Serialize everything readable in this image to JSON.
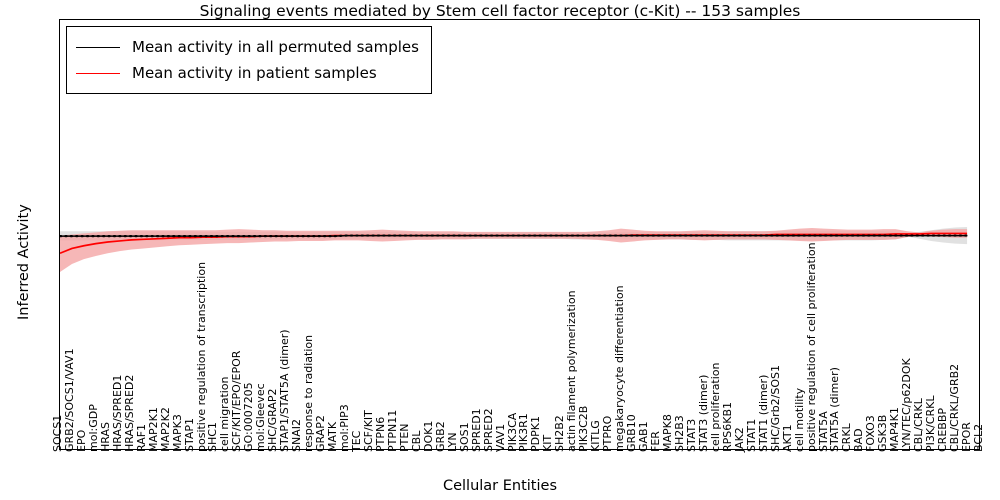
{
  "chart_data": {
    "type": "line",
    "title": "Signaling events mediated by Stem cell factor receptor (c-Kit) -- 153 samples",
    "xlabel": "Cellular Entities",
    "ylabel": "Inferred Activity",
    "ylim": [
      -4,
      4
    ],
    "yticks": [
      -4,
      -3,
      -2,
      -1,
      0,
      1,
      2,
      3,
      4
    ],
    "grid": false,
    "legend_position": "upper-left",
    "legend": [
      {
        "name": "Mean activity in all permuted samples",
        "color": "#000000"
      },
      {
        "name": "Mean activity in patient samples",
        "color": "#ff0000"
      }
    ],
    "band_colors": {
      "permuted": "#d9d9d9",
      "patient": "#f4a3a3"
    },
    "categories": [
      "SOCS1",
      "GRB2/SOCS1/VAV1",
      "EPO",
      "mol:GDP",
      "HRAS",
      "HRAS/SPRED1",
      "HRAS/SPRED2",
      "RAF1",
      "MAP2K1",
      "MAP2K2",
      "MAPK3",
      "STAP1",
      "positive regulation of transcription",
      "SHC1",
      "cell migration",
      "SCF/KIT/EPO/EPOR",
      "GO:0007205",
      "mol:Gleevec",
      "SHC/GRAP2",
      "STAP1/STAT5A (dimer)",
      "SNAI2",
      "response to radiation",
      "GRAP2",
      "MATK",
      "mol:PIP3",
      "TEC",
      "SCF/KIT",
      "PTPN6",
      "PTPN11",
      "PTEN",
      "CBL",
      "DOK1",
      "GRB2",
      "LYN",
      "SOS1",
      "SPRED1",
      "SPRED2",
      "VAV1",
      "PIK3CA",
      "PIK3R1",
      "PDPK1",
      "KIT",
      "SH2B2",
      "actin filament polymerization",
      "PIK3C2B",
      "KITLG",
      "PTPRO",
      "megakaryocyte differentiation",
      "GRB10",
      "GAB1",
      "FER",
      "MAPK8",
      "SH2B3",
      "STAT3",
      "STAT3 (dimer)",
      "cell proliferation",
      "RPS6KB1",
      "JAK2",
      "STAT1",
      "STAT1 (dimer)",
      "SHC/Grb2/SOS1",
      "AKT1",
      "cell motility",
      "positive regulation of cell proliferation",
      "STAT5A",
      "STAT5A (dimer)",
      "CRKL",
      "BAD",
      "FOXO3",
      "GSK3B",
      "MAP4K1",
      "LYN/TEC/p62DOK",
      "CBL/CRKL",
      "PI3K/CRKL",
      "CREBBP",
      "CBL/CRKL/GRB2",
      "EPOR",
      "BCL2"
    ],
    "series": [
      {
        "name": "Mean activity in all permuted samples",
        "color": "#000000",
        "values": [
          -0.03,
          -0.03,
          -0.03,
          -0.03,
          -0.03,
          -0.03,
          -0.03,
          -0.03,
          -0.03,
          -0.03,
          -0.03,
          -0.03,
          -0.03,
          -0.03,
          -0.03,
          -0.03,
          -0.03,
          -0.03,
          -0.03,
          -0.03,
          -0.03,
          -0.03,
          -0.03,
          -0.03,
          -0.02,
          -0.02,
          -0.02,
          -0.02,
          -0.02,
          -0.02,
          -0.02,
          -0.02,
          -0.02,
          -0.02,
          -0.02,
          -0.02,
          -0.02,
          -0.02,
          -0.02,
          -0.02,
          -0.02,
          -0.02,
          -0.02,
          -0.02,
          -0.02,
          -0.02,
          -0.02,
          -0.02,
          -0.02,
          -0.02,
          -0.02,
          -0.02,
          -0.02,
          -0.02,
          -0.02,
          -0.02,
          -0.02,
          -0.02,
          -0.02,
          -0.02,
          -0.02,
          -0.02,
          -0.02,
          -0.02,
          -0.02,
          -0.02,
          -0.02,
          -0.02,
          -0.02,
          -0.02,
          -0.02,
          -0.02,
          -0.02,
          -0.02,
          -0.02,
          -0.02,
          -0.02
        ],
        "band_upper": [
          0.06,
          0.06,
          0.06,
          0.06,
          0.06,
          0.06,
          0.06,
          0.06,
          0.06,
          0.06,
          0.06,
          0.06,
          0.05,
          0.05,
          0.05,
          0.05,
          0.05,
          0.05,
          0.05,
          0.05,
          0.05,
          0.05,
          0.05,
          0.05,
          0.05,
          0.05,
          0.05,
          0.05,
          0.05,
          0.05,
          0.04,
          0.04,
          0.04,
          0.04,
          0.04,
          0.04,
          0.04,
          0.04,
          0.04,
          0.04,
          0.04,
          0.04,
          0.04,
          0.04,
          0.04,
          0.04,
          0.04,
          0.04,
          0.04,
          0.04,
          0.05,
          0.05,
          0.05,
          0.05,
          0.05,
          0.05,
          0.06,
          0.06,
          0.06,
          0.06,
          0.06,
          0.06,
          0.06,
          0.06,
          0.06,
          0.06,
          0.06,
          0.06,
          0.06,
          0.06,
          0.05,
          0.03,
          0.05,
          0.08,
          0.11,
          0.13,
          0.14
        ],
        "band_lower": [
          -0.11,
          -0.11,
          -0.11,
          -0.11,
          -0.11,
          -0.11,
          -0.11,
          -0.11,
          -0.11,
          -0.1,
          -0.1,
          -0.1,
          -0.1,
          -0.1,
          -0.1,
          -0.1,
          -0.1,
          -0.09,
          -0.09,
          -0.09,
          -0.09,
          -0.09,
          -0.09,
          -0.09,
          -0.08,
          -0.08,
          -0.08,
          -0.08,
          -0.08,
          -0.08,
          -0.08,
          -0.08,
          -0.08,
          -0.08,
          -0.08,
          -0.08,
          -0.08,
          -0.08,
          -0.08,
          -0.08,
          -0.08,
          -0.08,
          -0.08,
          -0.09,
          -0.09,
          -0.09,
          -0.09,
          -0.09,
          -0.09,
          -0.09,
          -0.09,
          -0.09,
          -0.09,
          -0.1,
          -0.1,
          -0.1,
          -0.11,
          -0.11,
          -0.11,
          -0.11,
          -0.11,
          -0.11,
          -0.11,
          -0.11,
          -0.11,
          -0.11,
          -0.11,
          -0.11,
          -0.11,
          -0.1,
          -0.09,
          -0.04,
          -0.08,
          -0.12,
          -0.15,
          -0.17,
          -0.18
        ]
      },
      {
        "name": "Mean activity in patient samples",
        "color": "#ff0000",
        "values": [
          -0.35,
          -0.26,
          -0.21,
          -0.17,
          -0.14,
          -0.12,
          -0.1,
          -0.09,
          -0.08,
          -0.07,
          -0.06,
          -0.06,
          -0.05,
          -0.05,
          -0.04,
          -0.04,
          -0.04,
          -0.03,
          -0.03,
          -0.03,
          -0.03,
          -0.03,
          -0.03,
          -0.02,
          -0.02,
          -0.02,
          -0.02,
          -0.02,
          -0.02,
          -0.02,
          -0.02,
          -0.02,
          -0.02,
          -0.02,
          -0.02,
          -0.02,
          -0.02,
          -0.02,
          -0.02,
          -0.02,
          -0.02,
          -0.02,
          -0.02,
          -0.02,
          -0.02,
          -0.02,
          -0.02,
          -0.02,
          -0.01,
          -0.01,
          -0.01,
          -0.01,
          -0.01,
          -0.01,
          -0.01,
          -0.01,
          -0.01,
          -0.01,
          -0.01,
          -0.01,
          0.0,
          0.0,
          0.0,
          0.0,
          0.0,
          0.0,
          0.0,
          0.0,
          0.0,
          0.0,
          0.01,
          0.01,
          0.01,
          0.02,
          0.02,
          0.02,
          0.02
        ],
        "band_upper": [
          -0.02,
          0.0,
          0.02,
          0.04,
          0.06,
          0.07,
          0.08,
          0.08,
          0.08,
          0.08,
          0.08,
          0.08,
          0.08,
          0.08,
          0.09,
          0.1,
          0.09,
          0.08,
          0.08,
          0.07,
          0.07,
          0.07,
          0.07,
          0.07,
          0.07,
          0.07,
          0.08,
          0.09,
          0.08,
          0.07,
          0.06,
          0.06,
          0.06,
          0.06,
          0.05,
          0.05,
          0.05,
          0.05,
          0.05,
          0.05,
          0.05,
          0.05,
          0.05,
          0.05,
          0.05,
          0.06,
          0.08,
          0.11,
          0.09,
          0.07,
          0.06,
          0.06,
          0.06,
          0.07,
          0.08,
          0.07,
          0.06,
          0.06,
          0.06,
          0.06,
          0.07,
          0.09,
          0.11,
          0.12,
          0.11,
          0.1,
          0.09,
          0.09,
          0.09,
          0.1,
          0.1,
          0.06,
          0.04,
          0.07,
          0.09,
          0.1,
          0.1
        ],
        "band_lower": [
          -0.7,
          -0.55,
          -0.46,
          -0.4,
          -0.35,
          -0.31,
          -0.28,
          -0.26,
          -0.24,
          -0.22,
          -0.2,
          -0.19,
          -0.18,
          -0.17,
          -0.16,
          -0.16,
          -0.15,
          -0.14,
          -0.13,
          -0.13,
          -0.12,
          -0.12,
          -0.12,
          -0.11,
          -0.11,
          -0.11,
          -0.12,
          -0.13,
          -0.12,
          -0.11,
          -0.1,
          -0.1,
          -0.09,
          -0.09,
          -0.09,
          -0.08,
          -0.08,
          -0.08,
          -0.08,
          -0.08,
          -0.08,
          -0.08,
          -0.08,
          -0.08,
          -0.09,
          -0.1,
          -0.12,
          -0.15,
          -0.13,
          -0.11,
          -0.1,
          -0.09,
          -0.09,
          -0.1,
          -0.11,
          -0.1,
          -0.09,
          -0.09,
          -0.09,
          -0.09,
          -0.1,
          -0.11,
          -0.12,
          -0.13,
          -0.12,
          -0.11,
          -0.1,
          -0.1,
          -0.1,
          -0.1,
          -0.09,
          -0.05,
          -0.03,
          -0.04,
          -0.05,
          -0.06,
          -0.06
        ]
      }
    ]
  }
}
